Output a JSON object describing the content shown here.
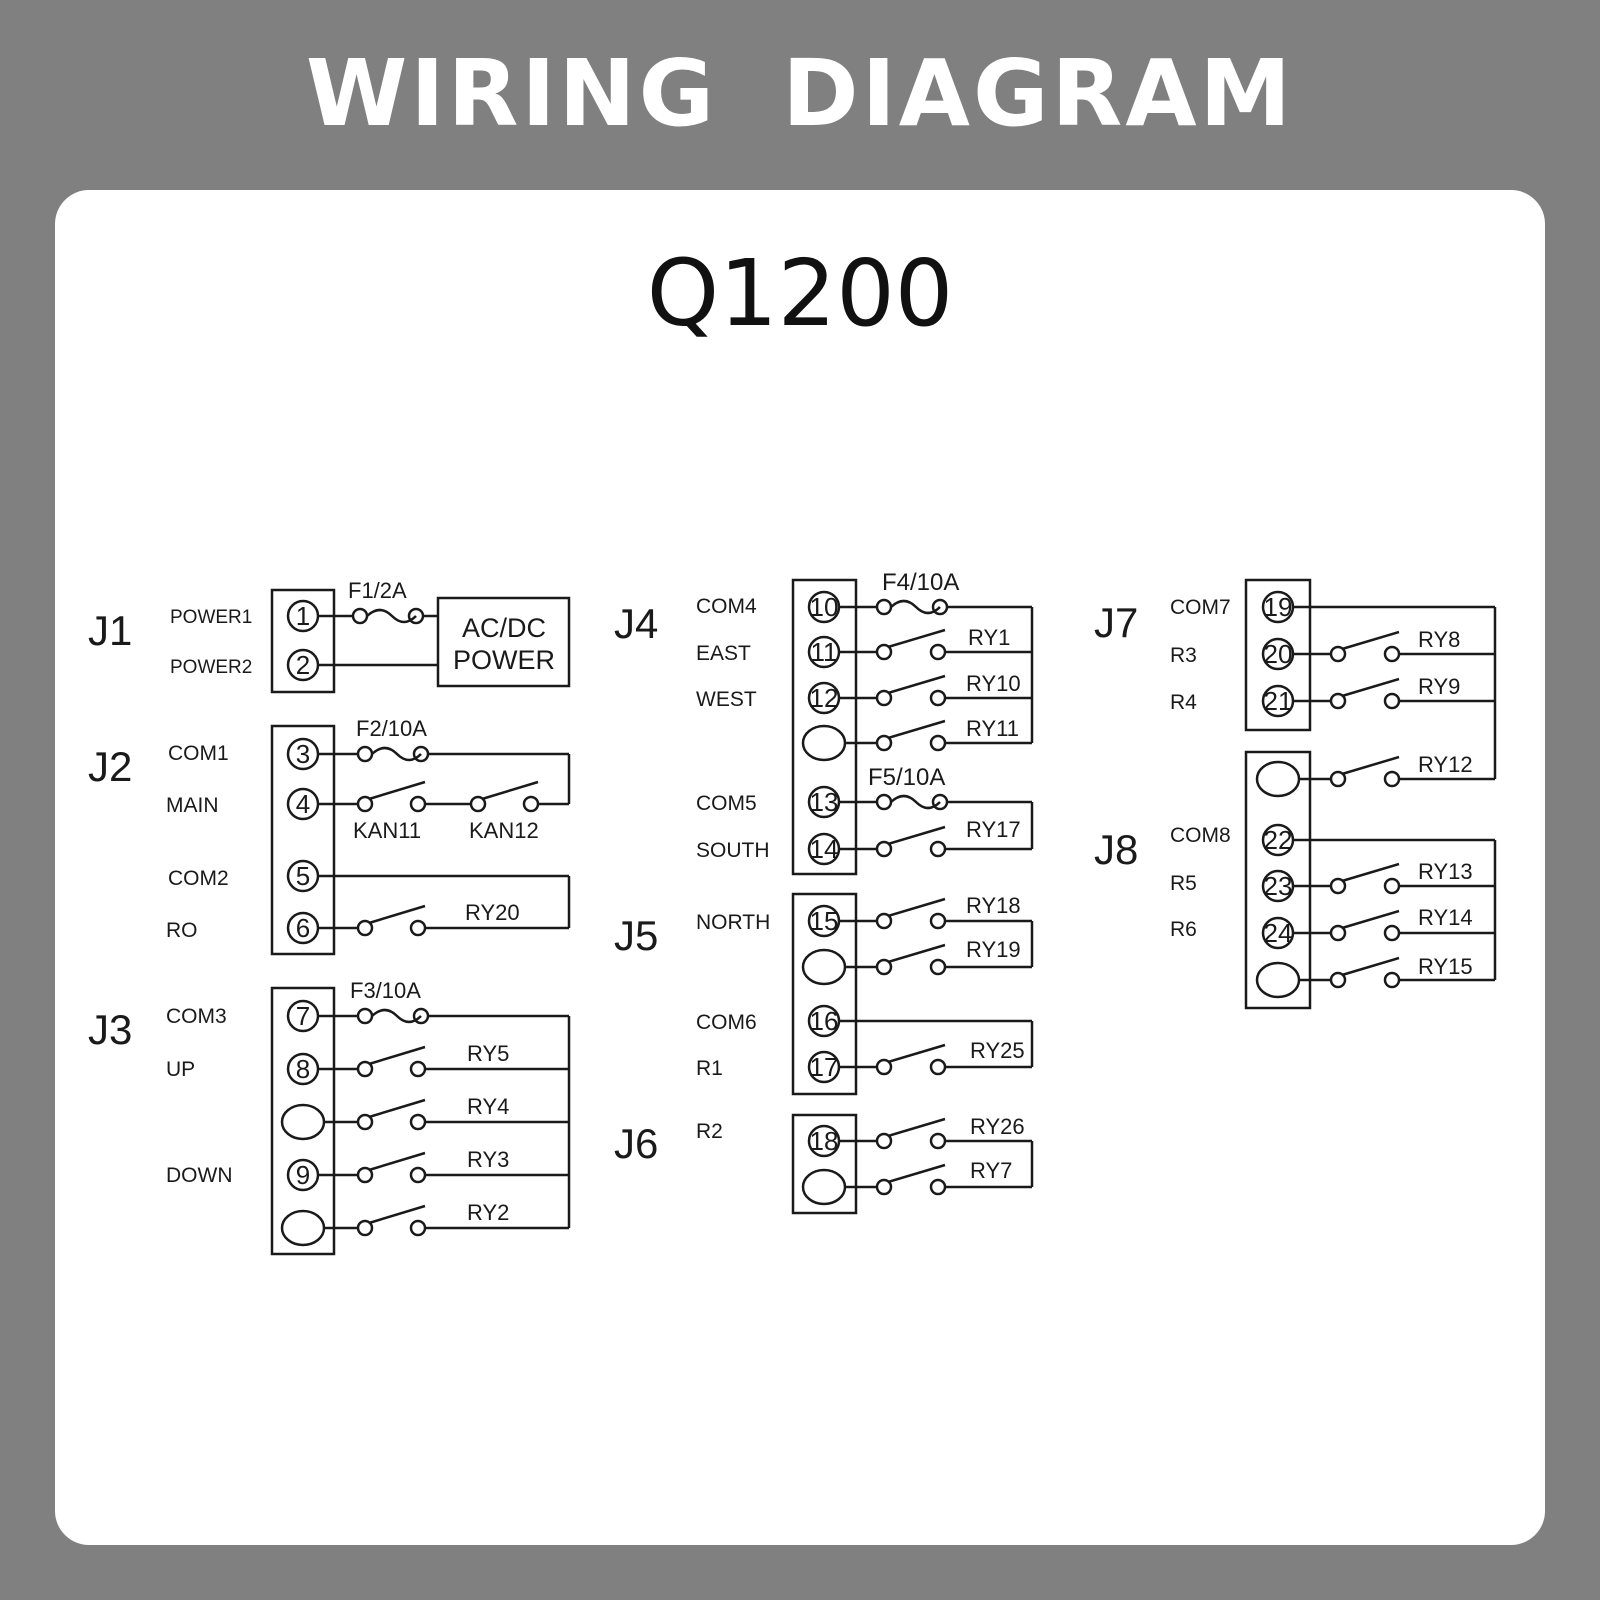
{
  "header": {
    "title": "WIRING  DIAGRAM"
  },
  "model": "Q1200",
  "diagram": {
    "j1": {
      "name": "J1",
      "sig_power1": "POWER1",
      "sig_power2": "POWER2",
      "t1": "1",
      "t2": "2",
      "fuse": "F1/2A",
      "supply_l1": "AC/DC",
      "supply_l2": "POWER"
    },
    "j2": {
      "name": "J2",
      "sig_com1": "COM1",
      "sig_main": "MAIN",
      "sig_com2": "COM2",
      "sig_ro": "RO",
      "t3": "3",
      "t4": "4",
      "t5": "5",
      "t6": "6",
      "fuse": "F2/10A",
      "kan11": "KAN11",
      "kan12": "KAN12",
      "ry20": "RY20"
    },
    "j3": {
      "name": "J3",
      "sig_com3": "COM3",
      "sig_up": "UP",
      "sig_down": "DOWN",
      "t7": "7",
      "t8": "8",
      "t9": "9",
      "fuse": "F3/10A",
      "ry5": "RY5",
      "ry4": "RY4",
      "ry3": "RY3",
      "ry2": "RY2"
    },
    "j4": {
      "name": "J4",
      "sig_com4": "COM4",
      "sig_east": "EAST",
      "sig_west": "WEST",
      "sig_com5": "COM5",
      "sig_south": "SOUTH",
      "t10": "10",
      "t11": "11",
      "t12": "12",
      "t13": "13",
      "t14": "14",
      "fuse4": "F4/10A",
      "fuse5": "F5/10A",
      "ry1": "RY1",
      "ry10": "RY10",
      "ry11": "RY11",
      "ry17": "RY17"
    },
    "j5": {
      "name": "J5",
      "sig_north": "NORTH",
      "sig_com6": "COM6",
      "sig_r1": "R1",
      "t15": "15",
      "t16": "16",
      "t17": "17",
      "ry18": "RY18",
      "ry19": "RY19",
      "ry25": "RY25"
    },
    "j6": {
      "name": "J6",
      "sig_r2": "R2",
      "t18": "18",
      "ry26": "RY26",
      "ry7": "RY7"
    },
    "j7": {
      "name": "J7",
      "sig_com7": "COM7",
      "sig_r3": "R3",
      "sig_r4": "R4",
      "t19": "19",
      "t20": "20",
      "t21": "21",
      "ry8": "RY8",
      "ry9": "RY9"
    },
    "j8": {
      "name": "J8",
      "sig_com8": "COM8",
      "sig_r5": "R5",
      "sig_r6": "R6",
      "t22": "22",
      "t23": "23",
      "t24": "24",
      "ry12": "RY12",
      "ry13": "RY13",
      "ry14": "RY14",
      "ry15": "RY15"
    }
  }
}
